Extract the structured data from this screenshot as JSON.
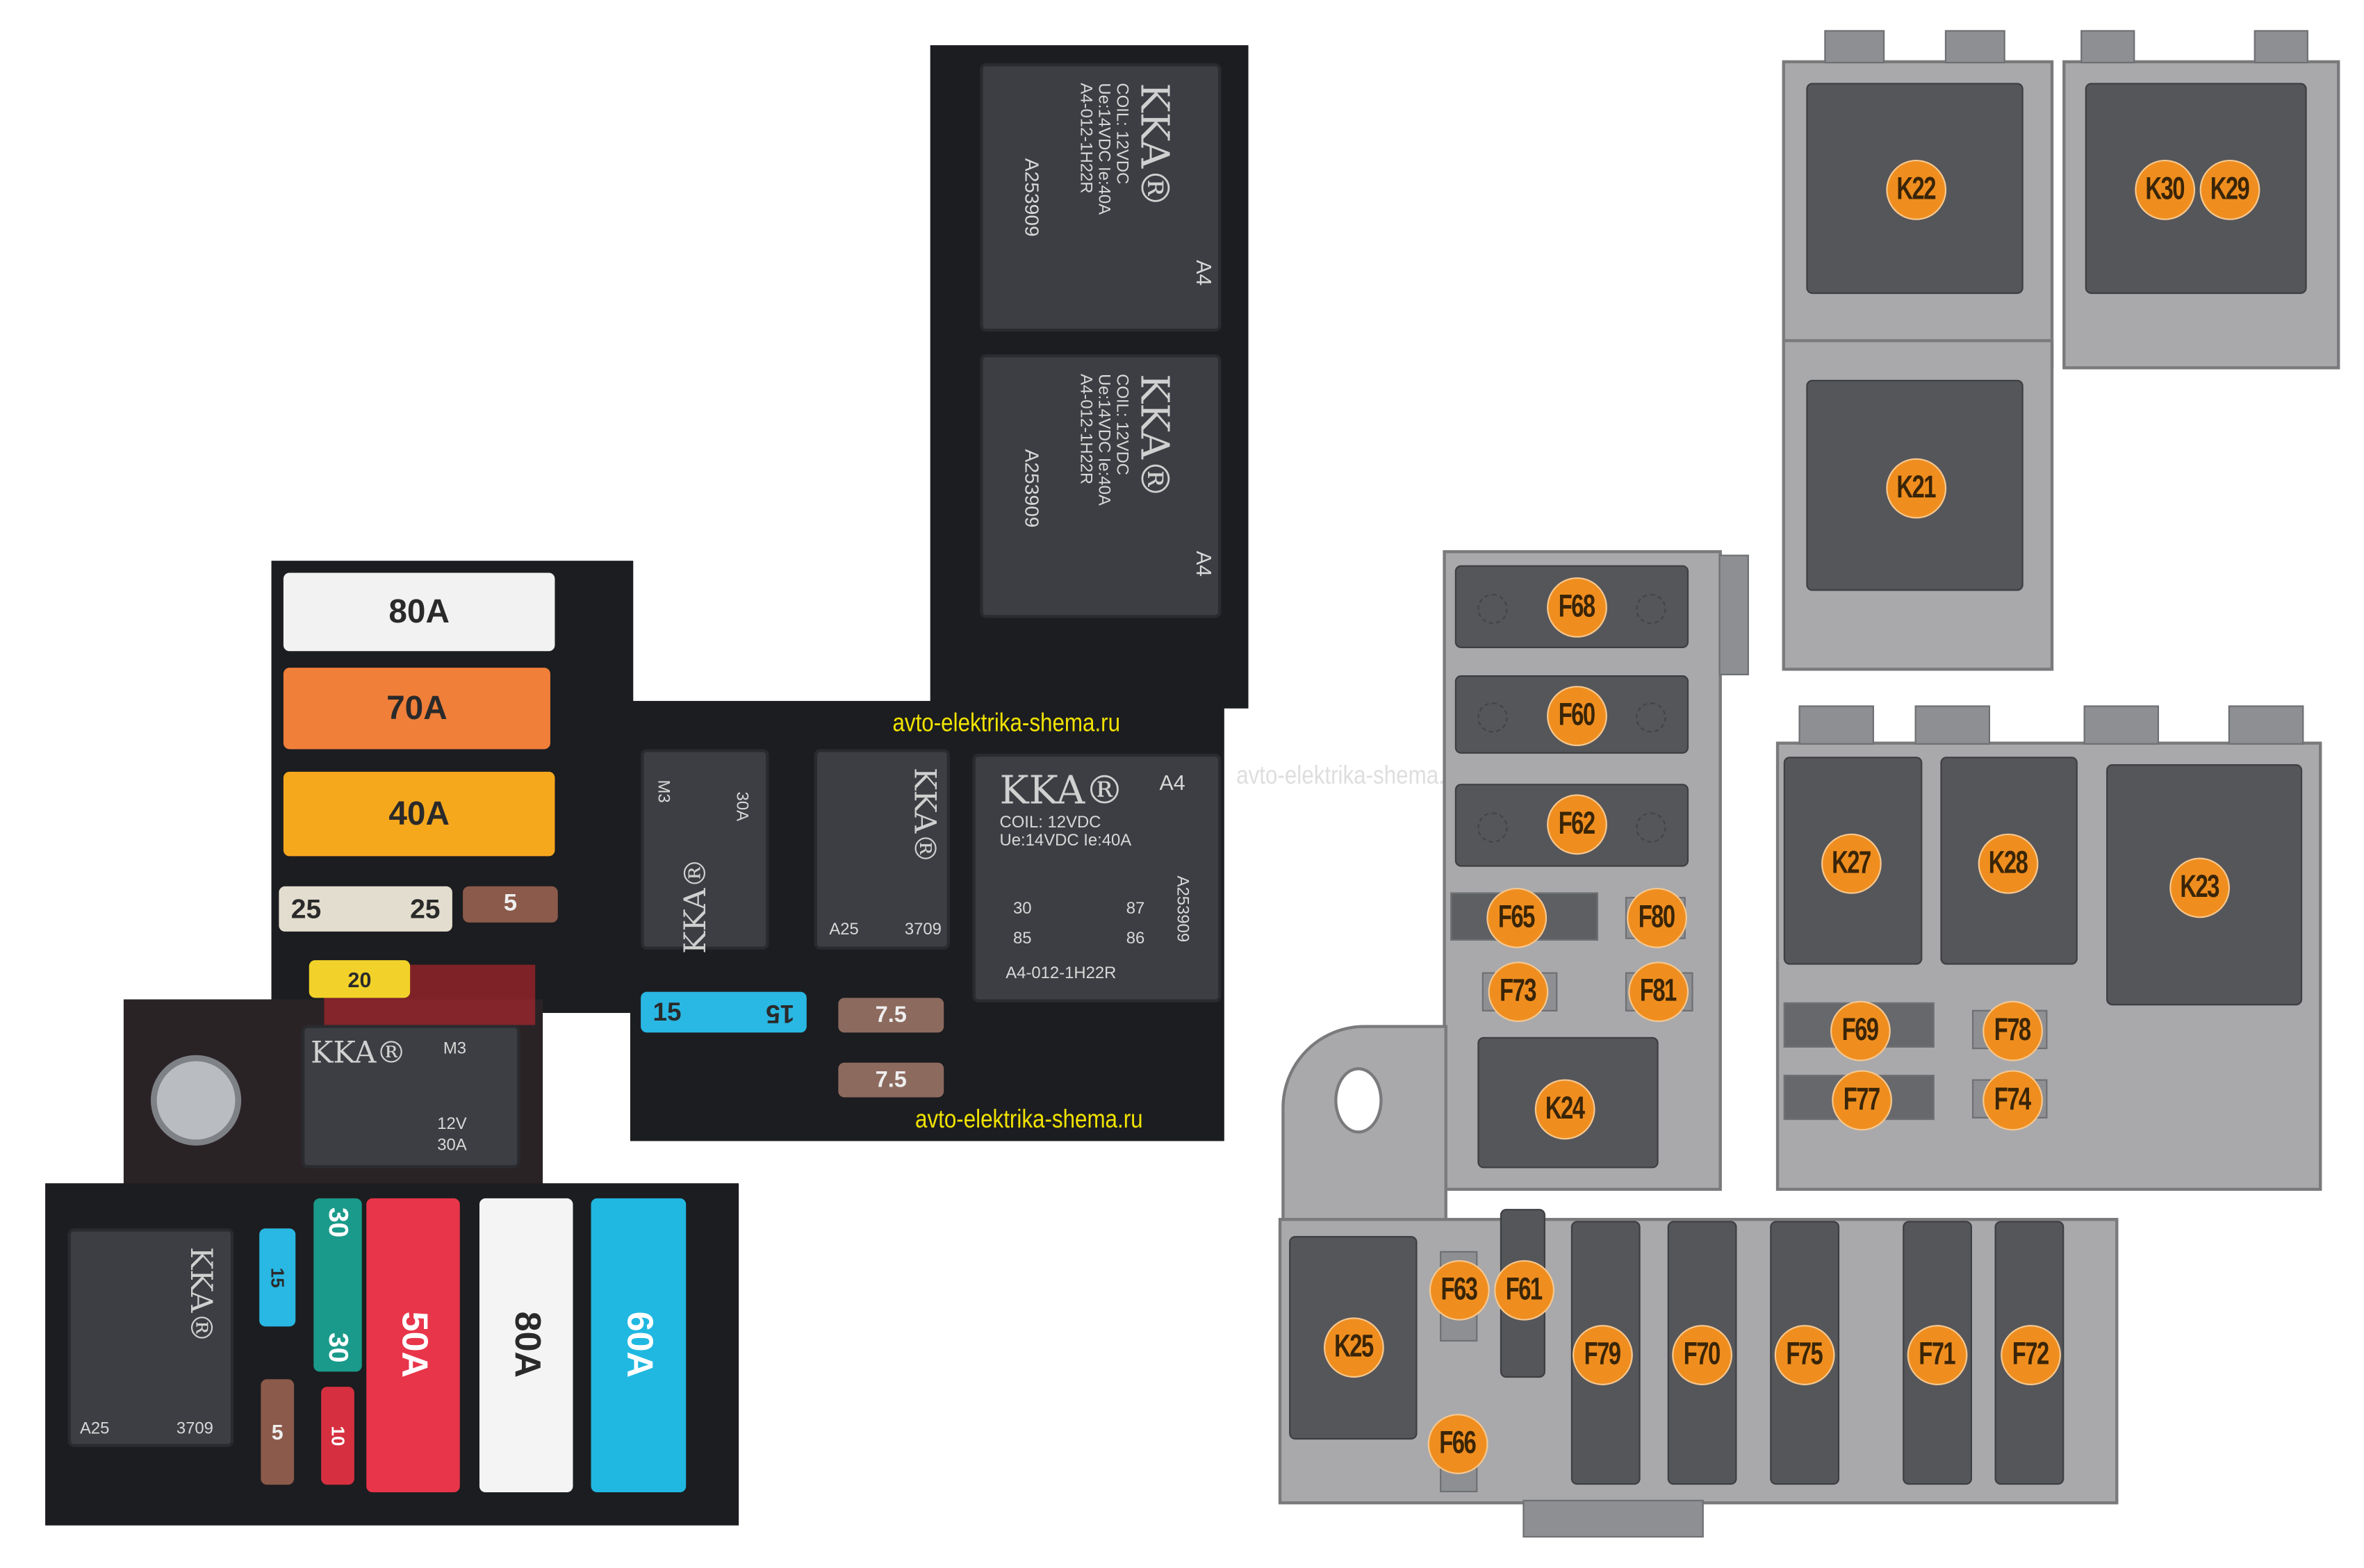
{
  "watermarks": [
    "avto-elektrika-shema.ru",
    "avto-elektrika-shema.ru",
    "avto-elektrika-shema.ru"
  ],
  "photo": {
    "fuses": {
      "f80a_top": "80A",
      "f70a": "70A",
      "f40a": "40A",
      "f25_left": "25",
      "f25_right": "25",
      "f5_top": "5",
      "f20": "20",
      "f15_mid_left": "15",
      "f15_mid_right": "15",
      "f7_5_a": "7.5",
      "f7_5_b": "7.5",
      "f15_small": "15",
      "f30_top": "30",
      "f30_bottom": "30",
      "f50a": "50A",
      "f80a_bottom": "80A",
      "f60a": "60A",
      "f5_bottom": "5",
      "f10": "10"
    },
    "relay_a4": {
      "brand": "KKA®",
      "coil": "COIL: 12VDC",
      "rating": "Ue:14VDC  Ie:40A",
      "model": "A4",
      "part": "A4-012-1H22R",
      "serial": "A253909",
      "pins": [
        "30",
        "87",
        "85",
        "86"
      ]
    },
    "relay_m3": {
      "brand": "KKA®",
      "model": "M3",
      "code": "3709",
      "voltage": "12V",
      "current": "30A",
      "part": "A25"
    }
  },
  "diagram": {
    "relays": {
      "K22": "K22",
      "K30": "K30",
      "K29": "K29",
      "K21": "K21",
      "K24": "K24",
      "K27": "K27",
      "K28": "K28",
      "K23": "K23",
      "K25": "K25"
    },
    "fuses": {
      "F68": "F68",
      "F60": "F60",
      "F62": "F62",
      "F65": "F65",
      "F80": "F80",
      "F73": "F73",
      "F81": "F81",
      "F69": "F69",
      "F78": "F78",
      "F77": "F77",
      "F74": "F74",
      "F63": "F63",
      "F61": "F61",
      "F66": "F66",
      "F79": "F79",
      "F70": "F70",
      "F75": "F75",
      "F71": "F71",
      "F72": "F72"
    }
  },
  "colors": {
    "badge": "#ef8e1f",
    "housing": "#a9a9ab",
    "cell": "#55565a",
    "watermark": "#f1e300",
    "fuse_orange": "#f07f3a",
    "fuse_amber": "#f6a81d",
    "fuse_red": "#e8354a",
    "fuse_blue": "#20b8e0",
    "fuse_green": "#1a9a8a"
  }
}
